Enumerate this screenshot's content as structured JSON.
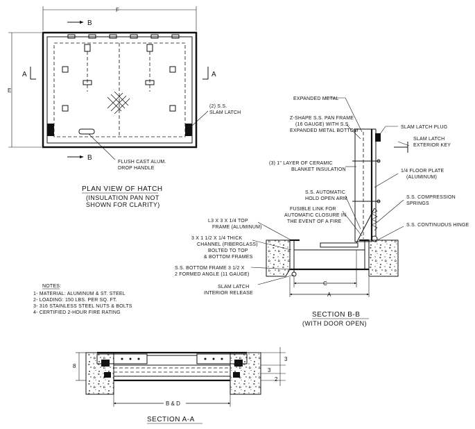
{
  "plan": {
    "dim_f": "F",
    "dim_e": "E",
    "cut_b_top": "B",
    "cut_b_bottom": "B",
    "cut_a_left": "A",
    "cut_a_right": "A",
    "callout_slam_1": "(2) S.S.",
    "callout_slam_2": "SLAM LATCH",
    "callout_handle_1": "FLUSH CAST ALUM.",
    "callout_handle_2": "DROP HANDLE",
    "title": "PLAN VIEW OF HATCH",
    "subtitle_1": "(INSULATION PAN NOT",
    "subtitle_2": "SHOWN FOR CLARITY)"
  },
  "notes": {
    "heading": "NOTES:",
    "items": [
      "1- MATERIAL: ALUMINUM & ST. STEEL",
      "2- LOADING: 150 LBS. PER SQ. FT.",
      "3- 316 STAINLESS STEEL NUTS & BOLTS",
      "4- CERTIFIED 2-HOUR FIRE RATING"
    ]
  },
  "section_b": {
    "labels": {
      "expanded_metal": "EXPANDED METAL",
      "z_shape_1": "Z-SHAPE S.S. PAN FRAME",
      "z_shape_2": "(16 GAUGE) WITH S.S.",
      "z_shape_3": "EXPANDED METAL BOTTOM",
      "ceramic_1": "(3) 1\" LAYER OF CERAMIC",
      "ceramic_2": "BLANKET INSULATION",
      "hold_1": "S.S. AUTOMATIC",
      "hold_2": "HOLD OPEN ARM",
      "fusible_1": "FUSIBLE LINK FOR",
      "fusible_2": "AUTOMATIC CLOSURE IN",
      "fusible_3": "THE EVENT OF A FIRE",
      "top_frame_1": "L3 X 3 X 1/4 TOP",
      "top_frame_2": "FRAME (ALUMINUM)",
      "channel_1": "3 X 1 1/2 X 1/4 THICK",
      "channel_2": "CHANNEL (FIBERGLASS)",
      "channel_3": "BOLTED TO TOP",
      "channel_4": "& BOTTOM FRAMES",
      "bottom_frame_1": "S.S. BOTTOM FRAME 3 1/2 X",
      "bottom_frame_2": "2 FORMED ANGLE (11 GAUGE)",
      "interior_1": "SLAM LATCH",
      "interior_2": "INTERIOR RELEASE",
      "plug": "SLAM LATCH PLUG",
      "ext_key_1": "SLAM LATCH",
      "ext_key_2": "EXTERIOR KEY",
      "plate_1": "1/4 FLOOR PLATE",
      "plate_2": "(ALUMINUM)",
      "springs_1": "S.S. COMPRESSION",
      "springs_2": "SPRINGS",
      "hinge": "S.S. CONTINUOUS HINGE"
    },
    "dim_c": "C",
    "dim_a": "A",
    "title": "SECTION B-B",
    "subtitle": "(WITH DOOR OPEN)"
  },
  "section_a": {
    "dim_8": "8",
    "dim_3_top": "3",
    "dim_3_mid": "3",
    "dim_2": "2",
    "dim_bd": "B & D",
    "title": "SECTION A-A"
  }
}
